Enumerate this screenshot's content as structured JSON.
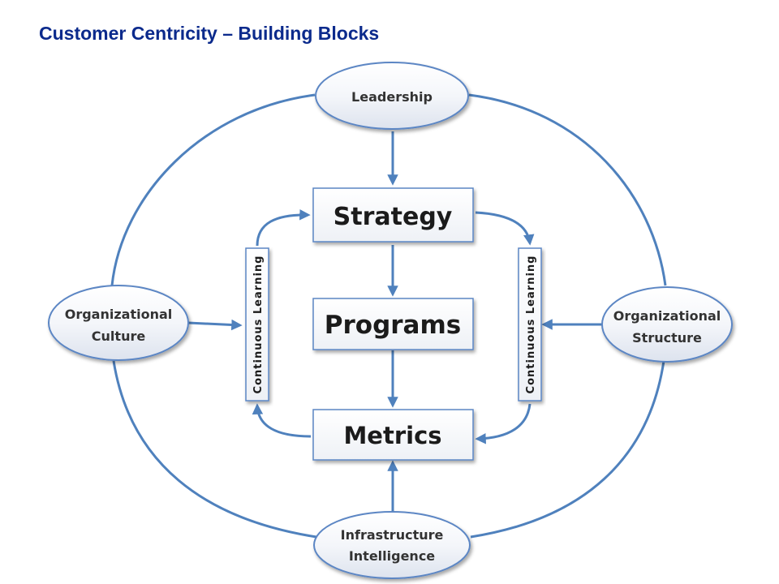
{
  "title": "Customer Centricity – Building Blocks",
  "outer_nodes": {
    "leadership": "Leadership",
    "culture": [
      "Organizational",
      "Culture"
    ],
    "structure": [
      "Organizational",
      "Structure"
    ],
    "infrastructure": [
      "Infrastructure",
      "Intelligence"
    ]
  },
  "center_boxes": {
    "strategy": "Strategy",
    "programs": "Programs",
    "metrics": "Metrics"
  },
  "loop_label": "Continuous Learning",
  "colors": {
    "title": "#0b2a8c",
    "line": "#4f81bd",
    "node_border": "#5b86c4"
  }
}
